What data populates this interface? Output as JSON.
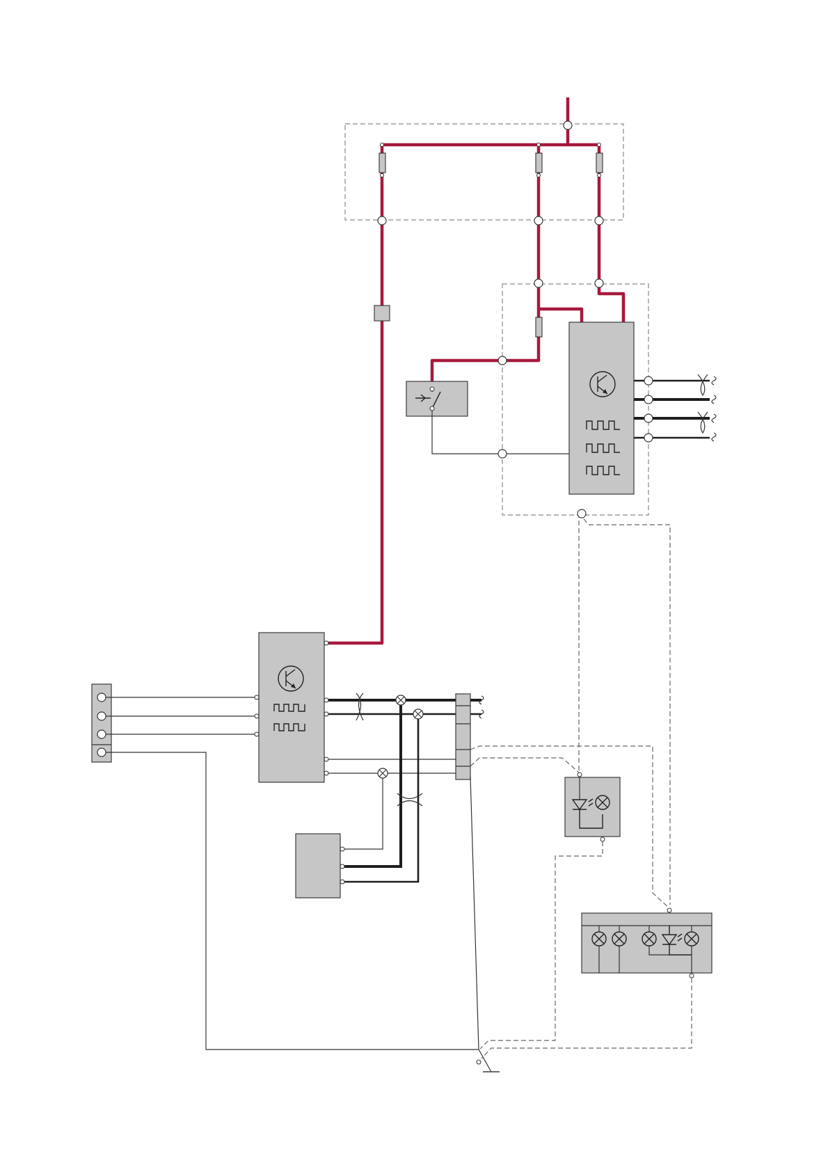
{
  "diagram": {
    "kind": "wiring-schematic",
    "colors": {
      "power_wire": "#a8193d",
      "signal_wire": "#333333",
      "bus_wire": "#1e1e1e",
      "component_fill": "#c6c6c6",
      "dashed_link": "#666666"
    },
    "components": [
      {
        "id": "fuse-box",
        "symbols": [
          "fuse",
          "fuse",
          "fuse"
        ]
      },
      {
        "id": "upper-control-module",
        "symbols": [
          "transistor-icon",
          "pulse-waveform-icon",
          "pulse-waveform-icon",
          "pulse-waveform-icon"
        ]
      },
      {
        "id": "switch-unit",
        "symbols": [
          "switch-icon"
        ]
      },
      {
        "id": "lower-control-module",
        "symbols": [
          "transistor-icon",
          "pulse-waveform-icon",
          "pulse-waveform-icon"
        ]
      },
      {
        "id": "connector-block",
        "symbols": [
          "connector-pins"
        ]
      },
      {
        "id": "sensor-unit",
        "symbols": []
      },
      {
        "id": "indicator-unit",
        "symbols": [
          "led-icon",
          "lamp-icon"
        ]
      },
      {
        "id": "lamp-cluster",
        "symbols": [
          "lamp-icon",
          "lamp-icon",
          "lamp-icon",
          "led-icon",
          "lamp-icon"
        ]
      },
      {
        "id": "ground-point",
        "symbols": [
          "ground-icon"
        ]
      }
    ],
    "text_labels": []
  }
}
